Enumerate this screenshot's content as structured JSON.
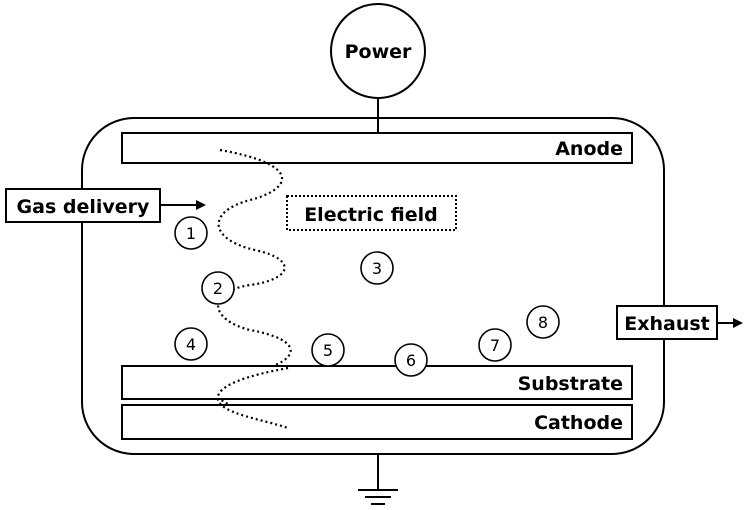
{
  "power": "Power",
  "anode": "Anode",
  "gas_delivery": "Gas delivery",
  "electric_field": "Electric field",
  "exhaust": "Exhaust",
  "substrate": "Substrate",
  "cathode": "Cathode",
  "markers": [
    "1",
    "2",
    "3",
    "4",
    "5",
    "6",
    "7",
    "8"
  ]
}
